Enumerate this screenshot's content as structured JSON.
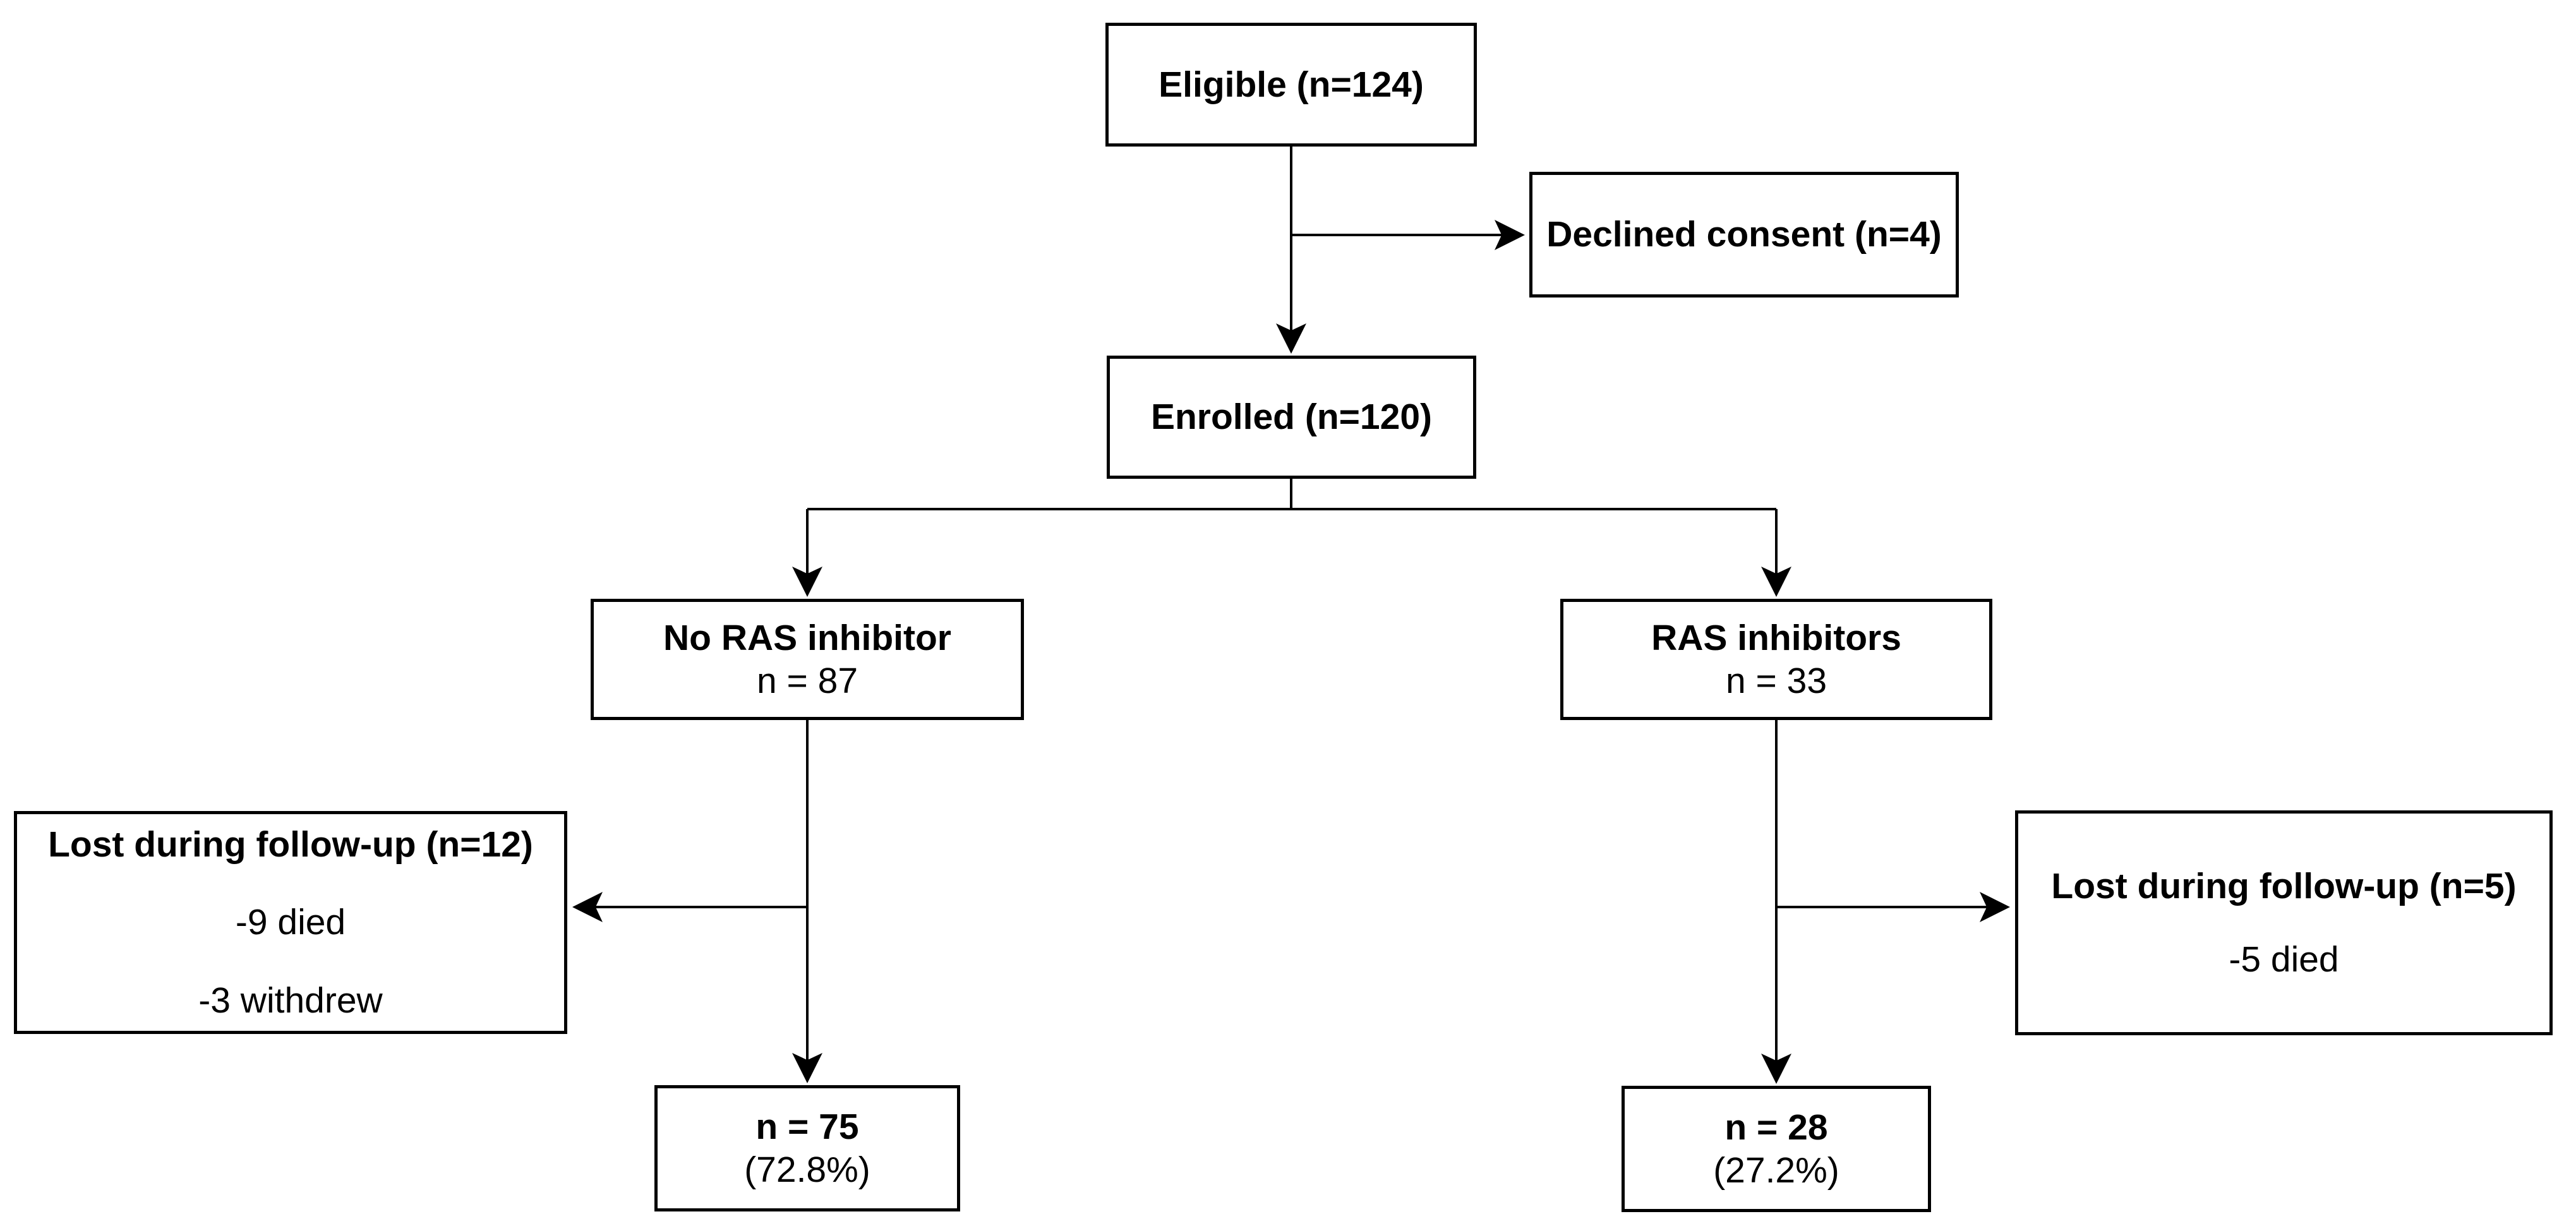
{
  "diagram": {
    "kind": "patient-flow-chart",
    "colors": {
      "background": "#ffffff",
      "box_fill": "#ffffff",
      "box_border": "#000000",
      "connector": "#000000",
      "text": "#000000"
    },
    "nodes": {
      "eligible": {
        "lines": [
          "Eligible (n=124)"
        ]
      },
      "declined": {
        "lines": [
          "Declined consent (n=4)"
        ]
      },
      "enrolled": {
        "lines": [
          "Enrolled (n=120)"
        ]
      },
      "no_ras": {
        "lines": [
          "No RAS inhibitor",
          "n = 87"
        ]
      },
      "ras": {
        "lines": [
          "RAS inhibitors",
          "n = 33"
        ]
      },
      "lost_left": {
        "lines": [
          "Lost during follow-up (n=12)",
          "-9 died",
          "-3 withdrew"
        ]
      },
      "lost_right": {
        "lines": [
          "Lost during follow-up (n=5)",
          "-5 died"
        ]
      },
      "outcome_no_ras": {
        "lines": [
          "n = 75",
          "(72.8%)"
        ]
      },
      "outcome_ras": {
        "lines": [
          "n = 28",
          "(27.2%)"
        ]
      }
    },
    "edges": [
      {
        "from": "eligible",
        "to": "enrolled"
      },
      {
        "from": "eligible",
        "to": "declined"
      },
      {
        "from": "enrolled",
        "to": "no_ras"
      },
      {
        "from": "enrolled",
        "to": "ras"
      },
      {
        "from": "no_ras",
        "to": "lost_left"
      },
      {
        "from": "no_ras",
        "to": "outcome_no_ras"
      },
      {
        "from": "ras",
        "to": "lost_right"
      },
      {
        "from": "ras",
        "to": "outcome_ras"
      }
    ]
  }
}
